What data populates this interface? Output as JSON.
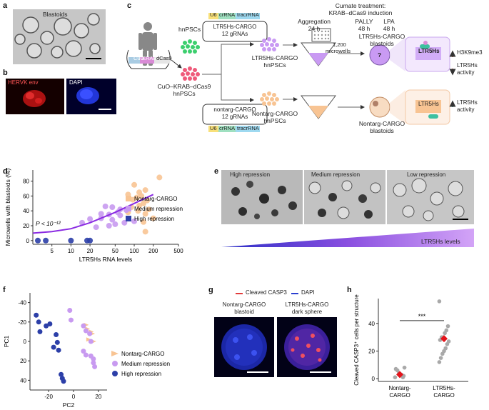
{
  "panels": {
    "a": {
      "letter": "a",
      "title": "Blastoids"
    },
    "b": {
      "letter": "b",
      "left": "HERVK env",
      "right": "DAPI"
    },
    "c": {
      "letter": "c",
      "header": "Cumate treatment:",
      "header2": "KRAB–dCas9 induction",
      "hnpscs": "hnPSCs",
      "construct": [
        "CuO",
        "KRAB",
        "dCas9"
      ],
      "cuo_line1": "CuO–KRAB–dCas9",
      "cuo_line2": "hnPSCs",
      "u6": "U6",
      "crrna": "crRNA",
      "tracrrna": "tracrRNA",
      "ltr_guides_1": "LTR5Hs-CARGO",
      "ltr_guides_2": "12 gRNAs",
      "non_guides_1": "nontarg-CARGO",
      "non_guides_2": "12 gRNAs",
      "ltr_cells_1": "LTR5Hs-CARGO",
      "ltr_cells_2": "hnPSCs",
      "non_cells_1": "Nontarg-CARGO",
      "non_cells_2": "hnPSCs",
      "agg_1": "Aggregation",
      "agg_2": "24 h",
      "pally_1": "PALLY",
      "pally_2": "48 h",
      "lpa_1": "LPA",
      "lpa_2": "48 h",
      "microwells_1": "1,200",
      "microwells_2": "microwells",
      "ltr_blast_1": "LTR5Hs-CARGO",
      "ltr_blast_2": "blastoids",
      "non_blast_1": "Nontarg-CARGO",
      "non_blast_2": "blastoids",
      "question": "?",
      "ltr5hs": "LTR5Hs",
      "h3k9": "H3K9me3",
      "act_1": "LTR5Hs",
      "act_2": "activity",
      "act2_1": "LTR5Hs",
      "act2_2": "activity"
    },
    "d": {
      "letter": "d",
      "pvalue": "P < 10⁻¹²"
    },
    "e": {
      "letter": "e",
      "labels": [
        "High repression",
        "Medium repression",
        "Low repression"
      ],
      "gradient_label": "LTR5Hs levels"
    },
    "f": {
      "letter": "f"
    },
    "g": {
      "letter": "g",
      "legend1": "Cleaved CASP3",
      "legend2": "DAPI",
      "img1_1": "Nontarg-CARGO",
      "img1_2": "blastoid",
      "img2_1": "LTR5Hs-CARGO",
      "img2_2": "dark sphere"
    },
    "h": {
      "letter": "h",
      "sig": "***"
    }
  },
  "chart_data": [
    {
      "id": "d",
      "type": "scatter",
      "xlabel": "LTR5Hs RNA levels",
      "ylabel": "Microwells with blastoids (%)",
      "x_scale": "log",
      "xticks": [
        5,
        10,
        20,
        50,
        100,
        200,
        500
      ],
      "yticks": [
        0,
        20,
        40,
        60,
        80
      ],
      "xlim": [
        2.5,
        500
      ],
      "ylim": [
        -5,
        95
      ],
      "legend": [
        "Nontarg-CARGO",
        "Medium repression",
        "High repression"
      ],
      "colors": {
        "Nontarg-CARGO": "#f8c493",
        "Medium repression": "#c89af0",
        "High repression": "#2c3fa8",
        "fit": "#8a2be2"
      },
      "series": [
        {
          "name": "Nontarg-CARGO",
          "points": [
            [
              250,
              85
            ],
            [
              100,
              75
            ],
            [
              150,
              68
            ],
            [
              120,
              65
            ],
            [
              80,
              62
            ],
            [
              130,
              60
            ],
            [
              110,
              58
            ],
            [
              95,
              55
            ],
            [
              160,
              54
            ],
            [
              140,
              50
            ],
            [
              120,
              47
            ],
            [
              90,
              45
            ],
            [
              170,
              42
            ],
            [
              115,
              40
            ],
            [
              80,
              38
            ],
            [
              150,
              36
            ],
            [
              200,
              30
            ],
            [
              140,
              25
            ],
            [
              150,
              12
            ]
          ]
        },
        {
          "name": "Medium repression",
          "points": [
            [
              35,
              46
            ],
            [
              45,
              45
            ],
            [
              60,
              42
            ],
            [
              75,
              41
            ],
            [
              55,
              38
            ],
            [
              30,
              36
            ],
            [
              40,
              35
            ],
            [
              60,
              34
            ],
            [
              30,
              30
            ],
            [
              20,
              29
            ],
            [
              45,
              28
            ],
            [
              100,
              26
            ],
            [
              70,
              24
            ],
            [
              15,
              24
            ],
            [
              50,
              22
            ],
            [
              40,
              20
            ],
            [
              25,
              18
            ]
          ]
        },
        {
          "name": "High repression",
          "points": [
            [
              3,
              0
            ],
            [
              4,
              0
            ],
            [
              10,
              0
            ],
            [
              18,
              0
            ],
            [
              20,
              0
            ]
          ]
        }
      ],
      "fit_curve": [
        [
          2.5,
          10
        ],
        [
          5,
          12
        ],
        [
          10,
          16
        ],
        [
          20,
          24
        ],
        [
          50,
          38
        ],
        [
          100,
          50
        ],
        [
          200,
          62
        ]
      ]
    },
    {
      "id": "f",
      "type": "scatter",
      "xlabel": "PC2",
      "ylabel": "PC1",
      "xticks": [
        -20,
        0,
        20
      ],
      "yticks": [
        -40,
        -20,
        0,
        20,
        40
      ],
      "xlim": [
        -35,
        27
      ],
      "ylim": [
        -50,
        50
      ],
      "legend": [
        "Nontarg-CARGO",
        "Medium repression",
        "High repression"
      ],
      "series": [
        {
          "name": "Nontarg-CARGO",
          "points": [
            [
              10,
              -17
            ],
            [
              11,
              -13
            ],
            [
              14,
              -10
            ],
            [
              15,
              -8
            ],
            [
              12,
              -2
            ],
            [
              16,
              0
            ]
          ]
        },
        {
          "name": "Medium repression",
          "points": [
            [
              -3,
              -32
            ],
            [
              -2,
              -22
            ],
            [
              8,
              -16
            ],
            [
              10,
              -11
            ],
            [
              13,
              -8
            ],
            [
              14,
              0
            ],
            [
              8,
              10
            ],
            [
              10,
              14
            ],
            [
              14,
              15
            ],
            [
              16,
              18
            ],
            [
              16,
              22
            ],
            [
              17,
              26
            ]
          ]
        },
        {
          "name": "High repression",
          "points": [
            [
              -30,
              -27
            ],
            [
              -28,
              -20
            ],
            [
              -22,
              -16
            ],
            [
              -19,
              -18
            ],
            [
              -27,
              -10
            ],
            [
              -16,
              6
            ],
            [
              -14,
              -7
            ],
            [
              -13,
              1
            ],
            [
              -12,
              9
            ],
            [
              -10,
              34
            ],
            [
              -9,
              38
            ],
            [
              -8,
              41
            ]
          ]
        }
      ]
    },
    {
      "id": "h",
      "type": "scatter",
      "ylabel": "Cleaved CASP3⁺ cells per structure",
      "categories": [
        "Nontarg-CARGO",
        "LTR5Hs-CARGO"
      ],
      "yticks": [
        0,
        20,
        40
      ],
      "ylim": [
        -2,
        58
      ],
      "series": [
        {
          "name": "Nontarg-CARGO",
          "values": [
            1,
            2,
            2,
            3,
            4,
            6,
            7,
            8,
            1,
            3
          ],
          "mean": 3
        },
        {
          "name": "LTR5Hs-CARGO",
          "values": [
            56,
            38,
            35,
            33,
            30,
            30,
            28,
            27,
            25,
            22,
            20,
            18,
            15,
            12
          ],
          "mean": 29
        }
      ]
    }
  ]
}
